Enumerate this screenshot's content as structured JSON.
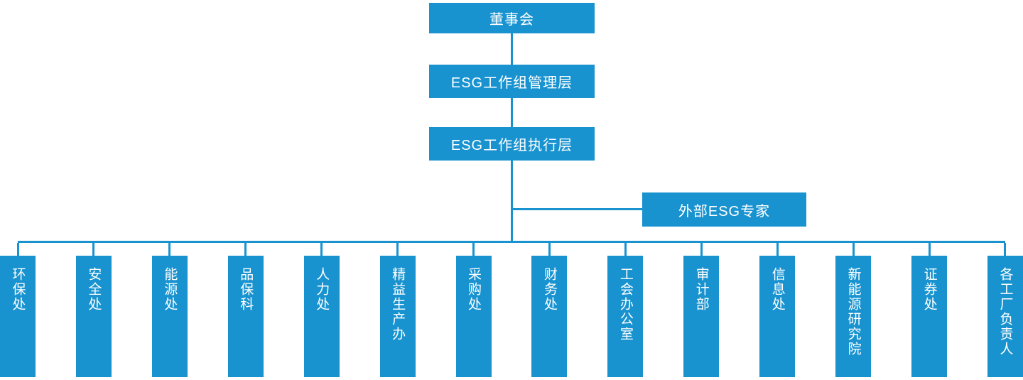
{
  "colors": {
    "primary": "#1993D0",
    "text_on_primary": "#FFFFFF",
    "background": "#FFFFFF"
  },
  "org_chart": {
    "board": {
      "label": "董事会"
    },
    "management": {
      "label": "ESG工作组管理层"
    },
    "execution": {
      "label": "ESG工作组执行层"
    },
    "external_experts": {
      "label": "外部ESG专家"
    },
    "departments": [
      {
        "label": "环保处"
      },
      {
        "label": "安全处"
      },
      {
        "label": "能源处"
      },
      {
        "label": "品保科"
      },
      {
        "label": "人力处"
      },
      {
        "label": "精益生产办"
      },
      {
        "label": "采购处"
      },
      {
        "label": "财务处"
      },
      {
        "label": "工会办公室"
      },
      {
        "label": "审计部"
      },
      {
        "label": "信息处"
      },
      {
        "label": "新能源研究院"
      },
      {
        "label": "证券处"
      },
      {
        "label": "各工厂负责人"
      }
    ]
  }
}
